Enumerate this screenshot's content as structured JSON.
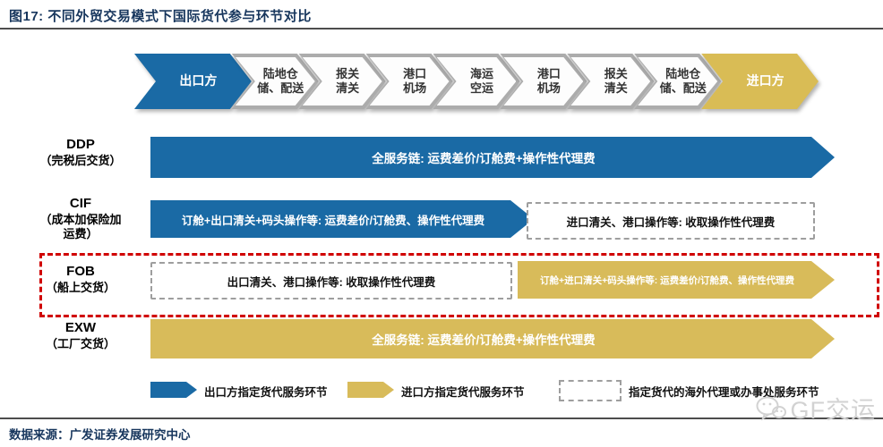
{
  "header": {
    "title": "图17:  不同外贸交易模式下国际货代参与环节对比"
  },
  "chain": {
    "steps": [
      {
        "line1": "出口方"
      },
      {
        "line1": "陆地仓",
        "line2": "储、配送"
      },
      {
        "line1": "报关",
        "line2": "清关"
      },
      {
        "line1": "港口",
        "line2": "机场"
      },
      {
        "line1": "海运",
        "line2": "空运"
      },
      {
        "line1": "港口",
        "line2": "机场"
      },
      {
        "line1": "报关",
        "line2": "清关"
      },
      {
        "line1": "陆地仓",
        "line2": "储、配送"
      },
      {
        "line1": "进口方"
      }
    ]
  },
  "rows": {
    "ddp": {
      "code": "DDP",
      "name": "（完税后交货）",
      "arrow": "全服务链: 运费差价/订舱费+操作性代理费"
    },
    "cif": {
      "code": "CIF",
      "name": "（成本加保险加",
      "name2": "运费）",
      "arrow": "订舱+出口清关+码头操作等: 运费差价/订舱费、操作性代理费",
      "box": "进口清关、港口操作等: 收取操作性代理费"
    },
    "fob": {
      "code": "FOB",
      "name": "（船上交货）",
      "box": "出口清关、港口操作等: 收取操作性代理费",
      "arrow": "订舱+进口清关+码头操作等: 运费差价/订舱费、操作性代理费"
    },
    "exw": {
      "code": "EXW",
      "name": "（工厂交货）",
      "arrow": "全服务链: 运费差价/订舱费+操作性代理费"
    }
  },
  "legend": {
    "exporter": "出口方指定货代服务环节",
    "importer": "进口方指定货代服务环节",
    "overseas": "指定货代的海外代理或办事处服务环节"
  },
  "footer": {
    "source": "数据来源：广发证券发展研究中心",
    "watermark": "GF交运"
  },
  "colors": {
    "blue": "#1A6AA5",
    "gold": "#D8BB5A",
    "red_dashed": "#D00000",
    "navy": "#17365D",
    "chevron_gray": "#ACACAC"
  }
}
